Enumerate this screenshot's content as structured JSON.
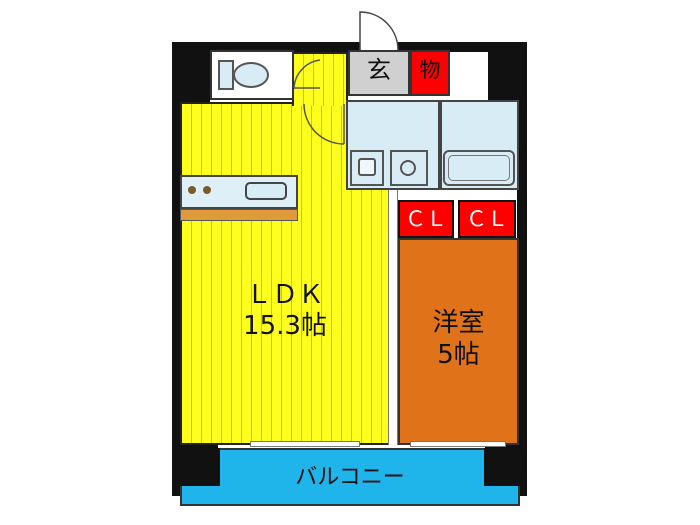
{
  "rooms": {
    "ldk_name": "ＬＤＫ",
    "ldk_size": "15.3帖",
    "western_name": "洋室",
    "western_size": "5帖",
    "entrance": "玄",
    "storage": "物",
    "closet_1": "ＣＬ",
    "closet_2": "ＣＬ",
    "balcony": "バルコニー"
  },
  "colors": {
    "ldk_floor": "#ffff1e",
    "western_floor": "#e0731a",
    "storage": "#ff0000",
    "closet": "#ff0000",
    "balcony": "#1fb4ea",
    "wet_area": "#d8ecf5",
    "wall": "#111111"
  }
}
